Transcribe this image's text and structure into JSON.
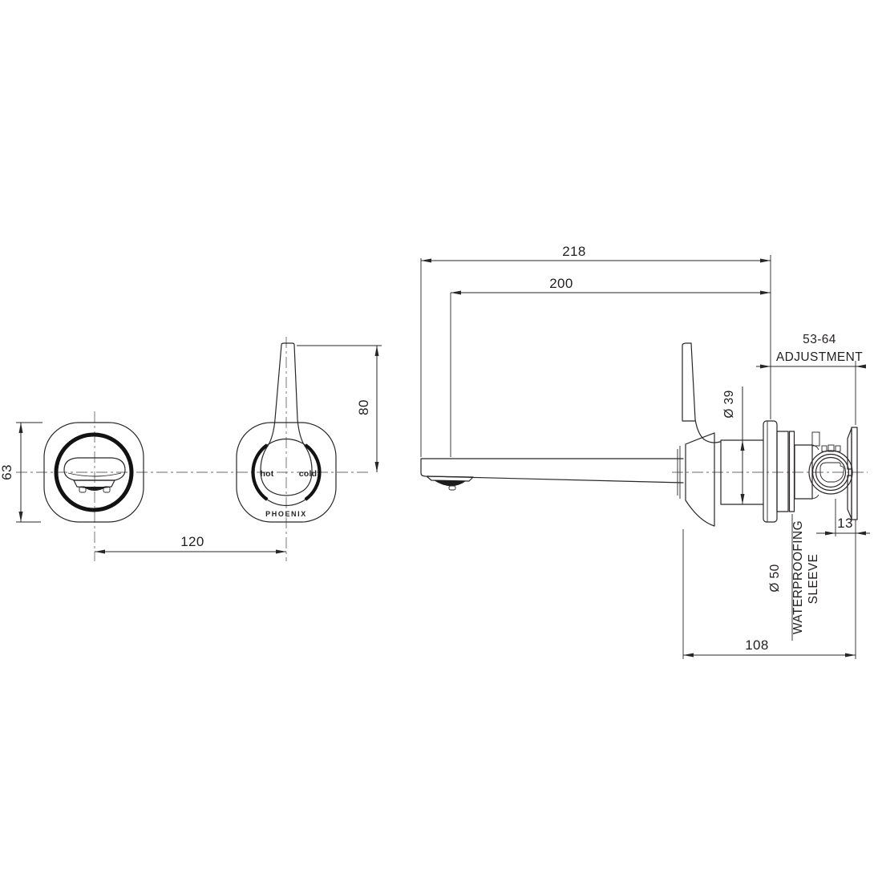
{
  "colors": {
    "line": "#2a2627",
    "text": "#231f20",
    "background": "#ffffff"
  },
  "front_view": {
    "hot_label": "hot",
    "cold_label": "cold",
    "brand_label": "PHOENIX",
    "plate_height_dim": "63",
    "handle_height_dim": "80",
    "centres_dim": "120"
  },
  "side_view": {
    "overall_projection_dim": "218",
    "aerator_projection_dim": "200",
    "adjustment_dim": "53-64",
    "adjustment_label": "ADJUSTMENT",
    "body_diameter_dim": "Ø 39",
    "bracket_dim": "13",
    "sleeve_diameter_dim": "Ø 50",
    "sleeve_label_1": "WATERPROOFING",
    "sleeve_label_2": "SLEEVE",
    "depth_dim": "108"
  }
}
